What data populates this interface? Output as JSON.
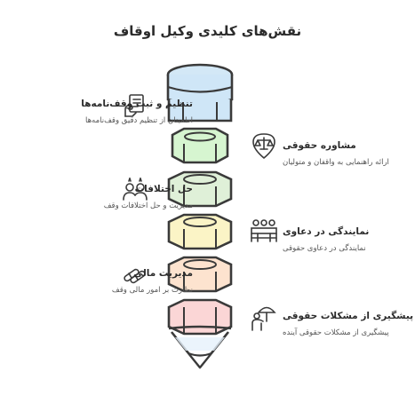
{
  "title": "نقش‌های کلیدی وکیل اوقاف",
  "items": [
    {
      "heading": "تنظیم و ثبت وقف‌نامه‌ها",
      "desc": "اطمینان از تنظیم دقیق وقف‌نامه‌ها",
      "icon": "document-hand-icon",
      "color": "#cfe6f7"
    },
    {
      "heading": "مشاوره حقوقی",
      "desc": "ارائه راهنمایی به واقفان و متولیان",
      "icon": "scales-icon",
      "color": "#d6f5d0"
    },
    {
      "heading": "حل اختلافات",
      "desc": "مدیریت و حل اختلافات وقف",
      "icon": "people-icon",
      "color": "#dff0d8"
    },
    {
      "heading": "نمایندگی در دعاوی",
      "desc": "نمایندگی در دعاوی حقوقی",
      "icon": "courtroom-icon",
      "color": "#fbf4c6"
    },
    {
      "heading": "مدیریت مالی",
      "desc": "نظارت بر امور مالی وقف",
      "icon": "money-rolls-icon",
      "color": "#fde3cf"
    },
    {
      "heading": "پیشگیری از مشکلات حقوقی",
      "desc": "پیشگیری از مشکلات حقوقی آینده",
      "icon": "umbrella-person-icon",
      "color": "#fbd6d6"
    }
  ]
}
